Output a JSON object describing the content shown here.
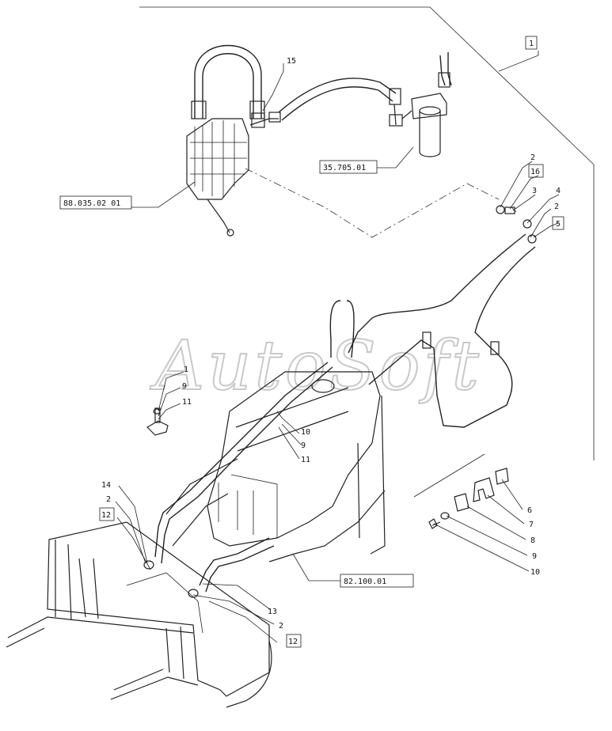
{
  "watermark": "AutoSoft",
  "references": {
    "control_valve": "88.035.02 01",
    "filter": "35.705.01",
    "loader": "82.100.01"
  },
  "boxed_callouts": {
    "top_group": "1",
    "part_16": "16",
    "part_5": "5",
    "part_12_upper": "12",
    "part_12_lower": "12"
  },
  "callouts": {
    "c15": "15",
    "c2_a": "2",
    "c3": "3",
    "c4": "4",
    "c2_b": "2",
    "c_top_bracket": "1",
    "c9_a": "9",
    "c11_a": "11",
    "c10_a": "10",
    "c9_b": "9",
    "c11_b": "11",
    "c14": "14",
    "c2_c": "2",
    "c13": "13",
    "c2_d": "2",
    "c6": "6",
    "c7": "7",
    "c8": "8",
    "c9_c": "9",
    "c10_b": "10"
  }
}
